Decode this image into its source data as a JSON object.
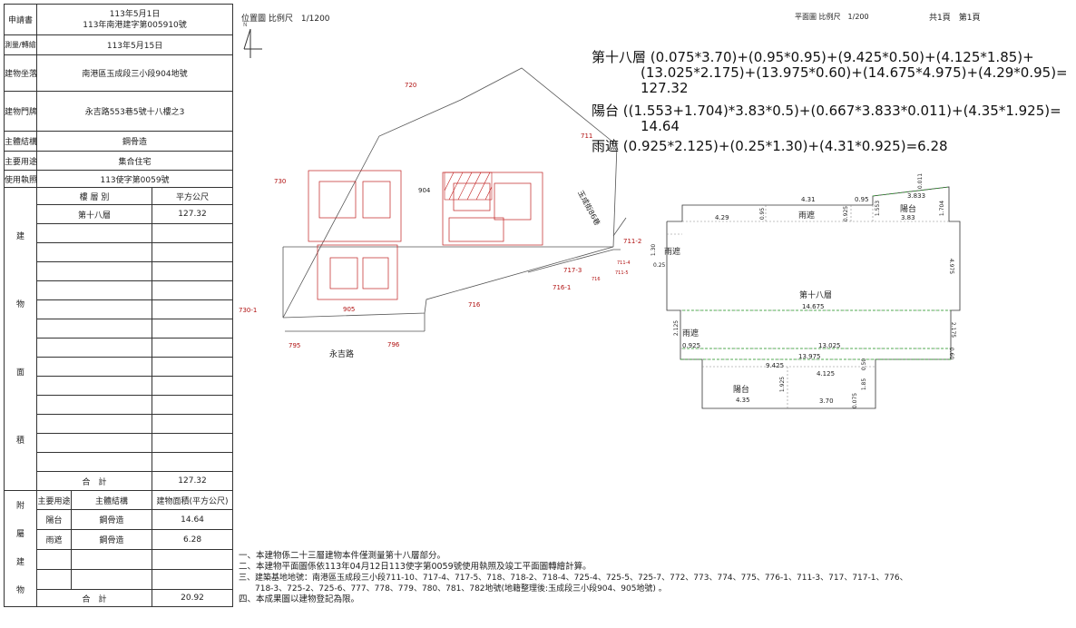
{
  "info": {
    "applicant_label": "申請書",
    "applicant_date": "113年5月1日",
    "applicant_no": "113年南港建字第005910號",
    "survey_date_label": "測量/轉繪日期",
    "survey_date": "113年5月15日",
    "location_label": "建物坐落",
    "location": "南港區玉成段三小段904地號",
    "address_label": "建物門牌",
    "address": "永吉路553巷5號十八樓之3",
    "structure_label": "主體結構",
    "structure": "鋼骨造",
    "use_label": "主要用途",
    "use": "集合住宅",
    "license_label": "使用執照",
    "license": "113使字第0059號"
  },
  "area": {
    "side_chars": [
      "建",
      "物",
      "面",
      "積"
    ],
    "col_floor": "樓 層 別",
    "col_sqm": "平方公尺",
    "rows": [
      {
        "floor": "第十八層",
        "value": "127.32"
      }
    ],
    "total_label": "合　計",
    "total": "127.32"
  },
  "annex": {
    "side_chars": [
      "附",
      "屬",
      "建",
      "物"
    ],
    "col_use": "主要用途",
    "col_structure": "主體結構",
    "col_area": "建物面積(平方公尺)",
    "rows": [
      {
        "use": "陽台",
        "structure": "鋼骨造",
        "area": "14.64"
      },
      {
        "use": "雨遮",
        "structure": "鋼骨造",
        "area": "6.28"
      }
    ],
    "total_label": "合　計",
    "total": "20.92"
  },
  "header": {
    "location_map": "位置圖 比例尺　1/1200",
    "floor_plan": "平面圖 比例尺　1/200",
    "pages": "共1頁　第1頁",
    "north": "N"
  },
  "formulas": [
    {
      "label": "第十八層",
      "lines": [
        "(0.075*3.70)+(0.95*0.95)+(9.425*0.50)+(4.125*1.85)+",
        "(13.025*2.175)+(13.975*0.60)+(14.675*4.975)+(4.29*0.95)=",
        "127.32"
      ]
    },
    {
      "label": "陽台",
      "lines": [
        "((1.553+1.704)*3.83*0.5)+(0.667*3.833*0.011)+(4.35*1.925)=",
        "14.64"
      ]
    },
    {
      "label": "雨遮",
      "lines": [
        "(0.925*2.125)+(0.25*1.30)+(4.31*0.925)=6.28"
      ]
    }
  ],
  "map": {
    "parcels": [
      "720",
      "730",
      "711",
      "904",
      "711-2",
      "717-3",
      "716-1",
      "716",
      "905",
      "730-1",
      "795",
      "796",
      "711-4",
      "711-5",
      "716"
    ],
    "road_main": "永吉路",
    "road_side": "玉成街86巷"
  },
  "plan": {
    "main_label": "第十八層",
    "balcony": "陽台",
    "canopy": "雨遮",
    "dims": [
      "4.31",
      "0.95",
      "3.833",
      "0.011",
      "4.29",
      "0.95",
      "0.925",
      "1.553",
      "3.83",
      "1.704",
      "1.30",
      "0.25",
      "4.975",
      "14.675",
      "2.125",
      "0.925",
      "13.025",
      "2.175",
      "13.975",
      "0.60",
      "9.425",
      "4.125",
      "0.50",
      "1.925",
      "1.85",
      "4.35",
      "3.70",
      "0.075"
    ]
  },
  "notes": [
    "一、本建物係二十三層建物本件僅測量第十八層部分。",
    "二、本建物平面圖係依113年04月12日113使字第0059號使用執照及竣工平面圖轉繪計算。",
    "三、建築基地地號：南港區玉成段三小段711-10、717-4、717-5、718、718-2、718-4、725-4、725-5、725-7、772、773、774、775、776-1、711-3、717、717-1、776、",
    "　　718-3、725-2、725-6、777、778、779、780、781、782地號(地籍整理後:玉成段三小段904、905地號) 。",
    "四、本成果圖以建物登記為限。"
  ]
}
